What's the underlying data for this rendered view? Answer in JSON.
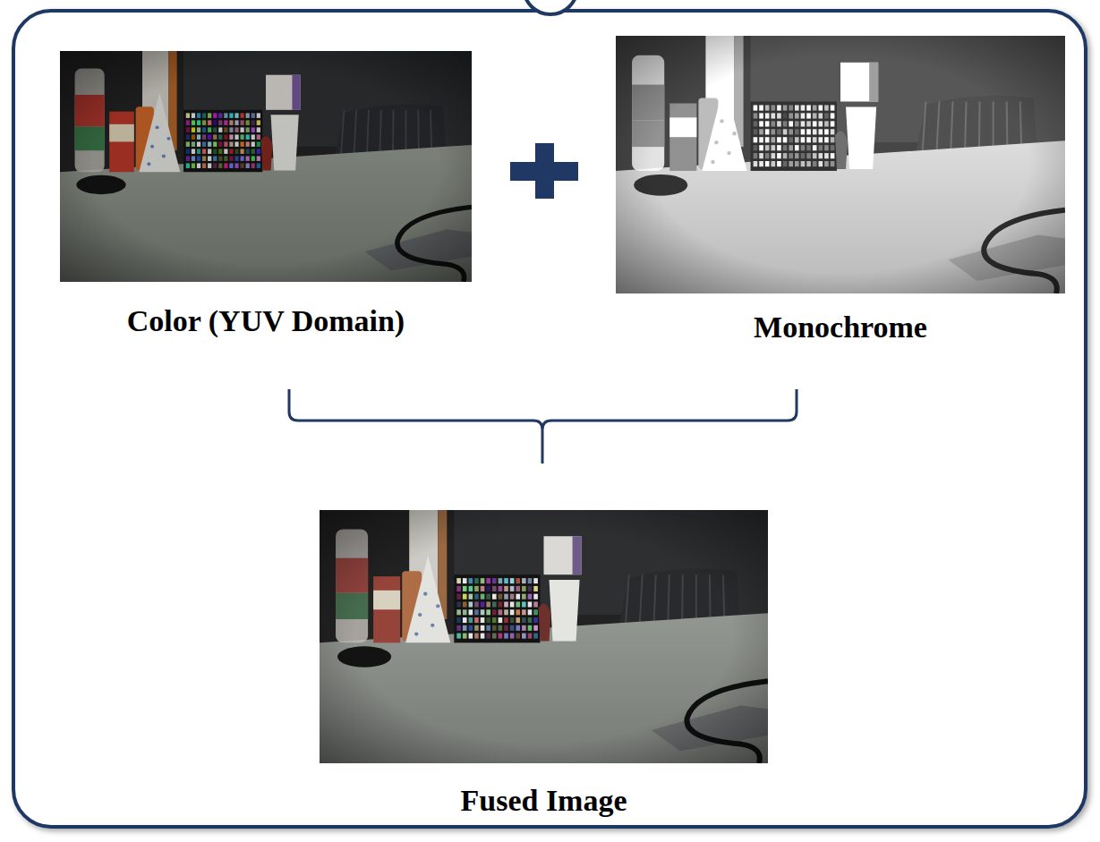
{
  "diagram": {
    "nodes": [
      {
        "text": [
          "Color (YUV Domain)"
        ]
      },
      {
        "text": [
          "Monochrome"
        ]
      },
      {
        "text": [
          "Fused Image"
        ]
      }
    ]
  }
}
